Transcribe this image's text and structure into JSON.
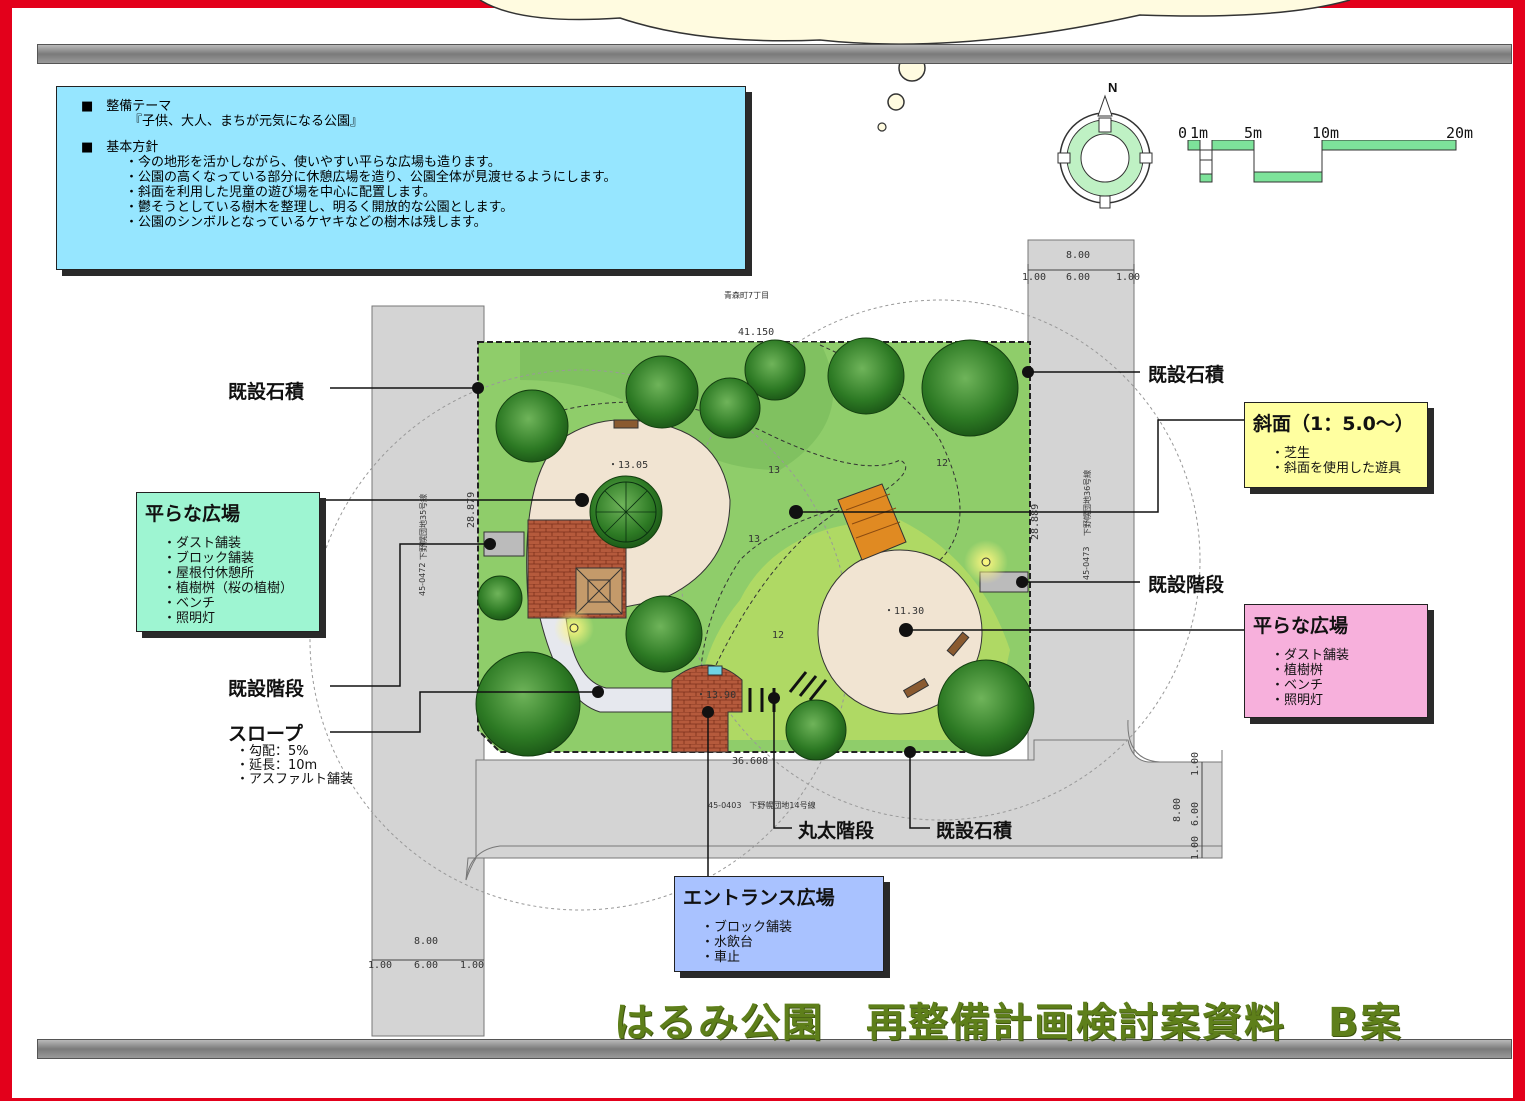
{
  "title": "はるみ公園　再整備計画検討案資料　B案",
  "theme_box": {
    "head1": "■　整備テーマ",
    "theme": "『子供、大人、まちが元気になる公園』",
    "head2": "■　基本方針",
    "policies": [
      "・今の地形を活かしながら、使いやすい平らな広場も造ります。",
      "・公園の高くなっている部分に休憩広場を造り、公園全体が見渡せるようにします。",
      "・斜面を利用した児童の遊び場を中心に配置します。",
      "・鬱そうとしている樹木を整理し、明るく開放的な公園とします。",
      "・公園のシンボルとなっているケヤキなどの樹木は残します。"
    ]
  },
  "scale_bar": {
    "labels": [
      "0",
      "1m",
      "5m",
      "10m",
      "20m"
    ]
  },
  "north": "N",
  "callouts": {
    "flat_plaza_left": {
      "title": "平らな広場",
      "items": [
        "ダスト舗装",
        "ブロック舗装",
        "屋根付休憩所",
        "植樹桝（桜の植樹）",
        "ベンチ",
        "照明灯"
      ],
      "color": "#9ef5d2"
    },
    "slope": {
      "title": "斜面（1：5.0〜）",
      "items": [
        "芝生",
        "斜面を使用した遊具"
      ],
      "color": "#ffffa0"
    },
    "flat_plaza_right": {
      "title": "平らな広場",
      "items": [
        "ダスト舗装",
        "植樹桝",
        "ベンチ",
        "照明灯"
      ],
      "color": "#f7b0dc"
    },
    "entrance": {
      "title": "エントランス広場",
      "items": [
        "ブロック舗装",
        "水飲台",
        "車止"
      ],
      "color": "#a9c2ff"
    }
  },
  "labels": {
    "stone_wall_left": "既設石積",
    "stone_wall_right": "既設石積",
    "stone_wall_bottom": "既設石積",
    "stairs_right": "既設階段",
    "stairs_left": "既設階段",
    "slope_ramp": "スロープ",
    "slope_ramp_items": [
      "・勾配：5%",
      "・延長：10m",
      "・アスファルト舗装"
    ],
    "log_stairs": "丸太階段"
  },
  "dimensions": {
    "top": "41.150",
    "bottom": "36.608",
    "left": "28.879",
    "right": "28.889",
    "elev_1": "・13.05",
    "elev_2": "・11.30",
    "elev_3": "・13.90",
    "contour_13a": "13",
    "contour_13b": "13",
    "contour_12a": "12",
    "contour_12b": "12",
    "road_top_total": "8.00",
    "road_top_parts": [
      "1.00",
      "6.00",
      "1.00"
    ],
    "road_bottom_total": "8.00",
    "road_bottom_parts": [
      "1.00",
      "6.00",
      "1.00"
    ],
    "road_right_total": "8.00",
    "road_right_parts": [
      "1.00",
      "6.00",
      "1.00"
    ],
    "street_top": "青森町7丁目",
    "street_left": "下野幌団地35号線",
    "street_left_no": "45-0472",
    "street_right": "下野幌団地36号線",
    "street_right_no": "45-0473",
    "street_bottom": "45-0403　下野幌団地14号線"
  }
}
